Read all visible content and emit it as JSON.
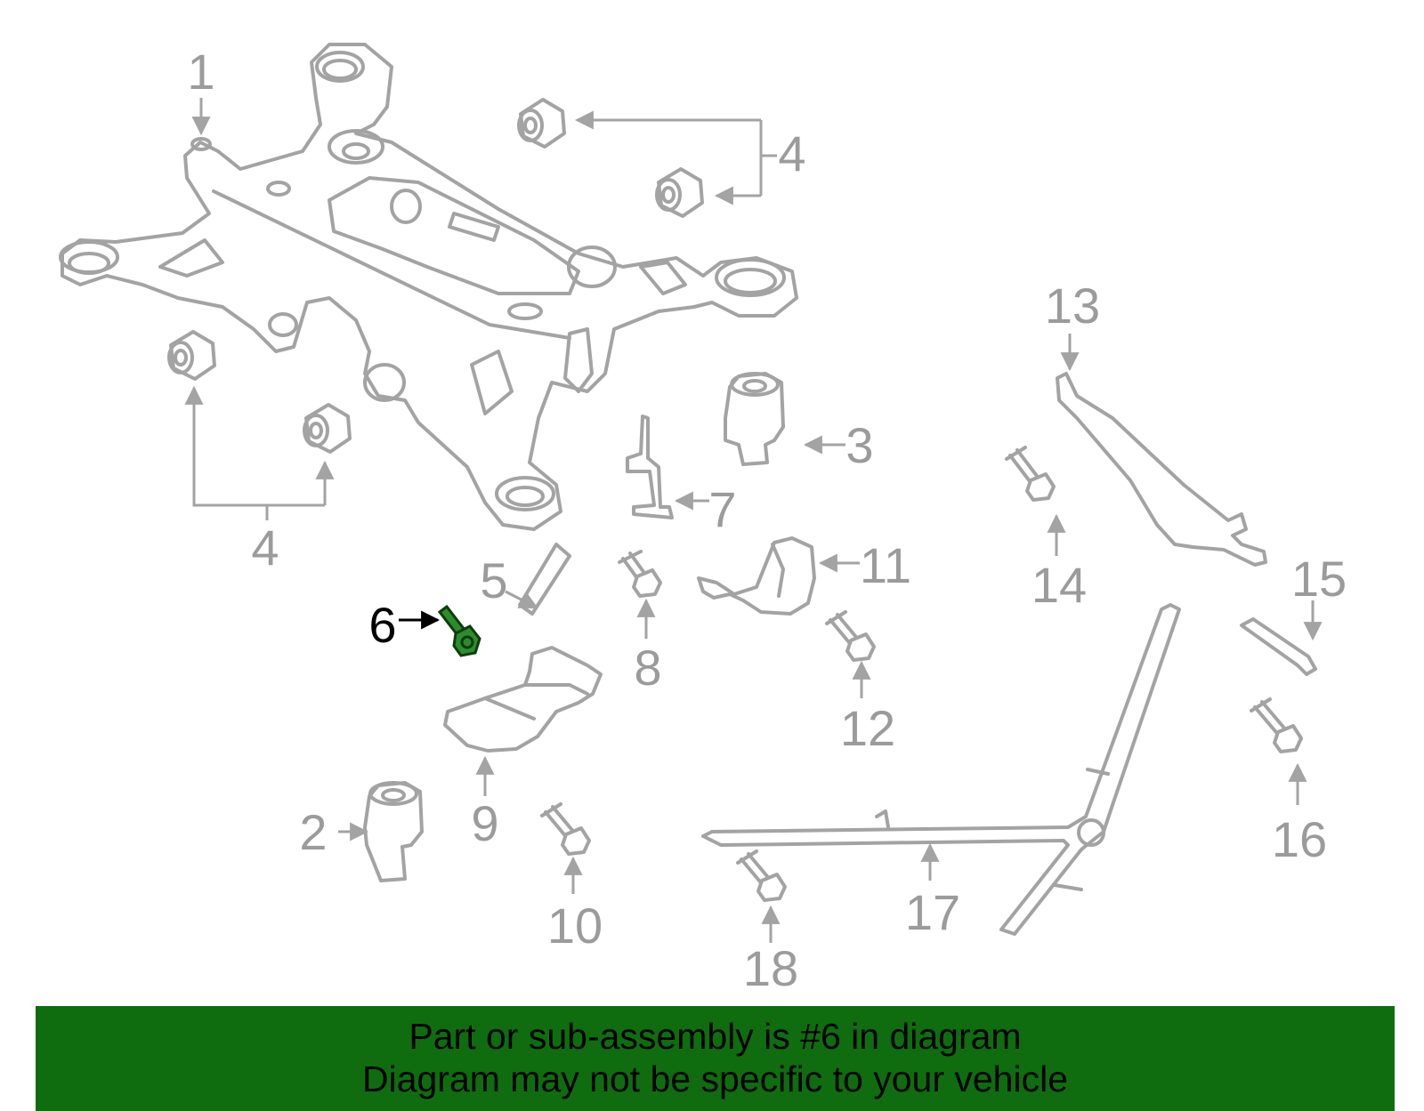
{
  "callouts": [
    "1",
    "2",
    "3",
    "4",
    "4",
    "5",
    "6",
    "7",
    "8",
    "9",
    "10",
    "11",
    "12",
    "13",
    "14",
    "15",
    "16",
    "17",
    "18"
  ],
  "highlighted_part": "6",
  "banner": {
    "line1": "Part or sub-assembly is #6 in diagram",
    "line2": "Diagram may not be specific to your vehicle"
  },
  "colors": {
    "banner_bg": "#0f6d0f",
    "highlight": "#2e8b2e",
    "part_stroke": "#a3a3a3"
  }
}
